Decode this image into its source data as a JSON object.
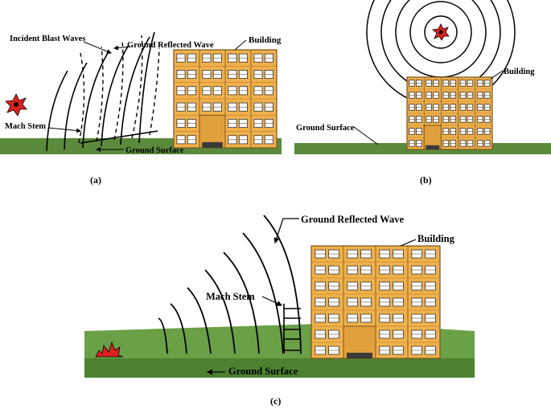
{
  "panels": {
    "a": {
      "caption": "(a)",
      "labels": {
        "incident": "Incident Blast Waves",
        "reflected": "Ground Reflected Wave",
        "building": "Building",
        "mach": "Mach Stem",
        "ground": "Ground Surface"
      }
    },
    "b": {
      "caption": "(b)",
      "labels": {
        "building": "Building",
        "ground": "Ground Surface"
      }
    },
    "c": {
      "caption": "(c)",
      "labels": {
        "reflected": "Ground Reflected Wave",
        "building": "Building",
        "mach": "Mach Stem",
        "ground": "Ground Surface"
      }
    }
  },
  "colors": {
    "ground": "#5b8a3c",
    "ground_dark": "#3f6a27",
    "building": "#f0b04a",
    "building_edge": "#7a5520",
    "window": "#ffffff",
    "door": "#3a3a3a",
    "explosion": "#e02020"
  }
}
